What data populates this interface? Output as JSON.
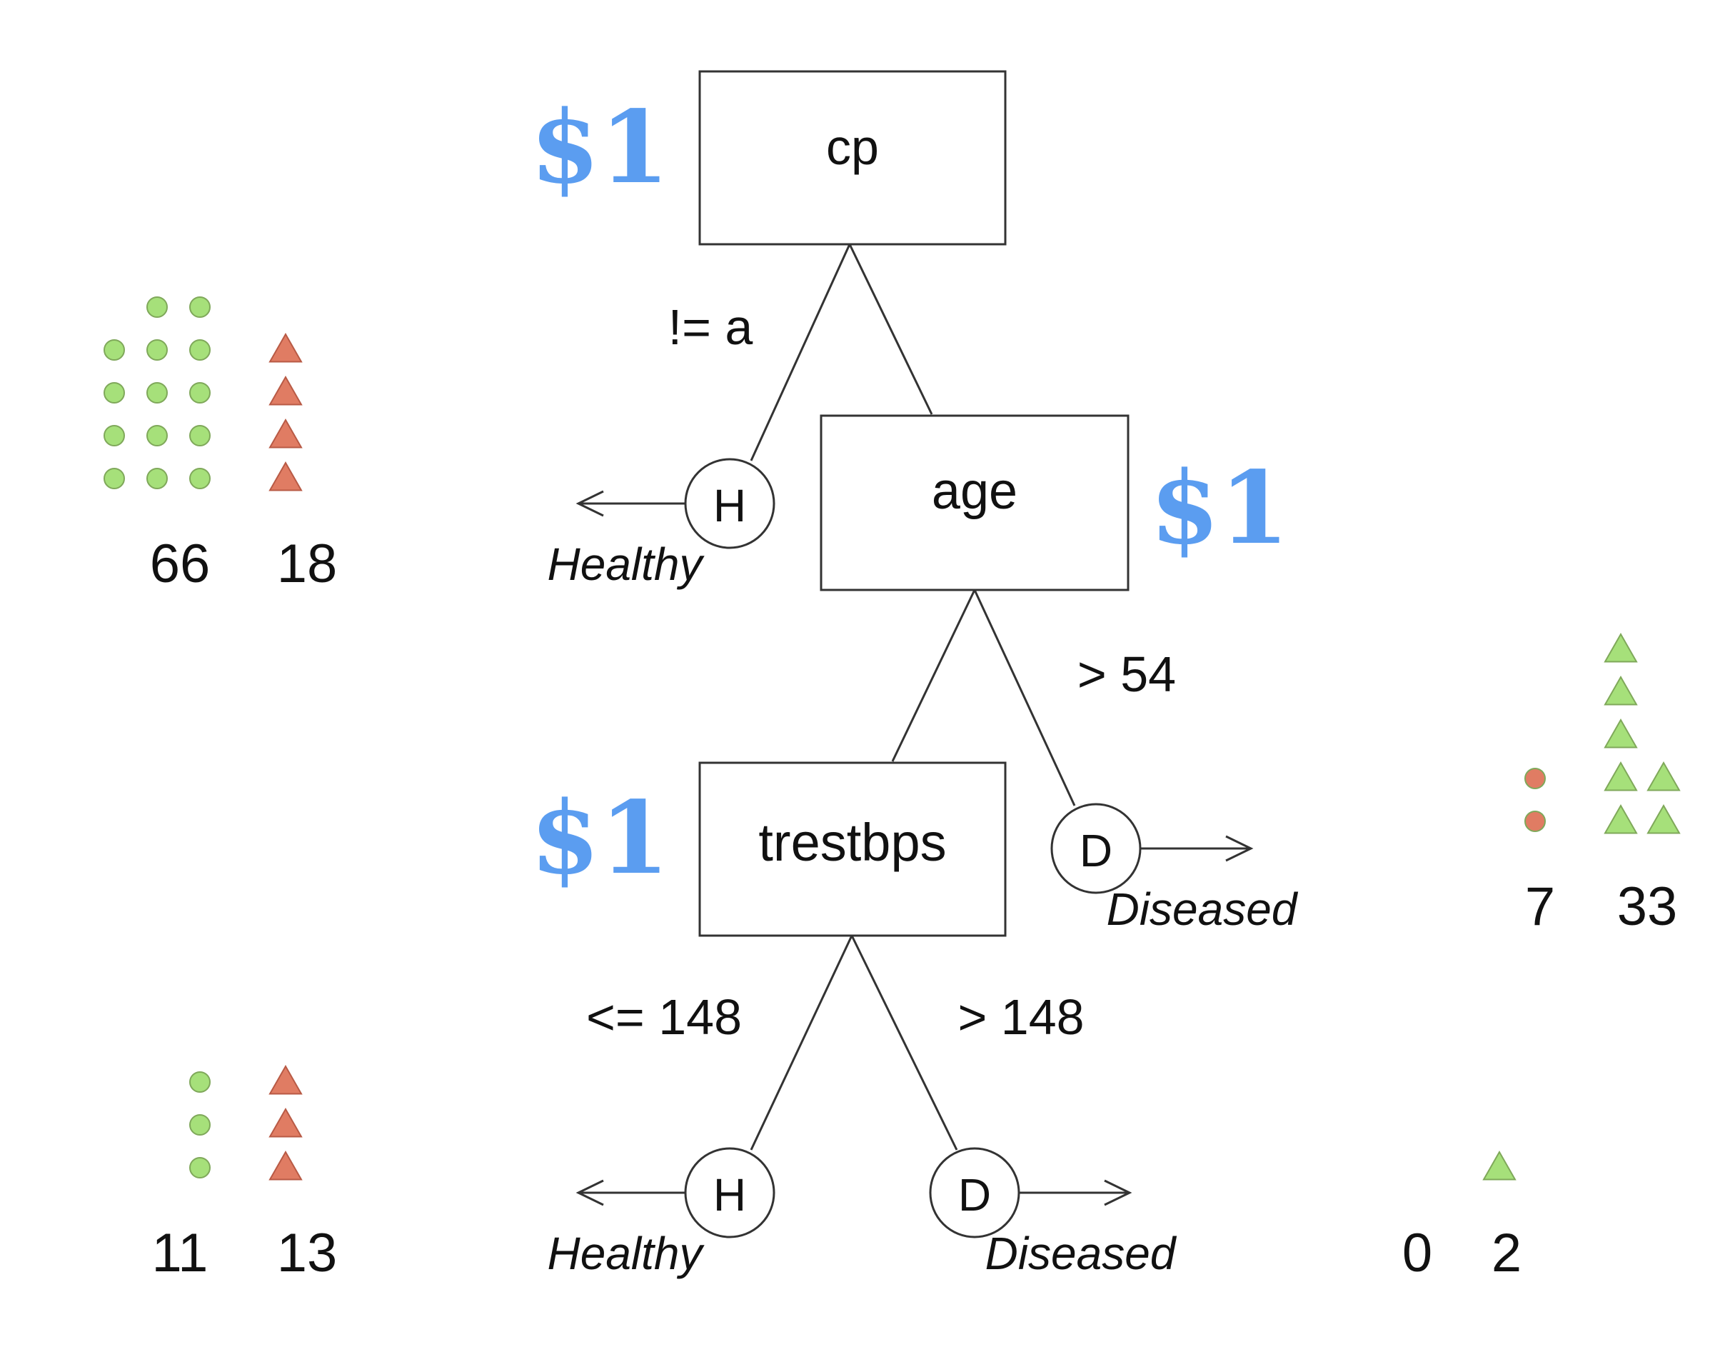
{
  "nodes": {
    "root": {
      "label": "cp",
      "cost": "$1"
    },
    "age": {
      "label": "age",
      "cost": "$1"
    },
    "trestbps": {
      "label": "trestbps",
      "cost": "$1"
    }
  },
  "edges": {
    "cp_left": "!= a",
    "age_right": "> 54",
    "trestbps_left": "<= 148",
    "trestbps_right": "> 148"
  },
  "leaves": {
    "leaf1": {
      "symbol": "H",
      "label": "Healthy"
    },
    "leaf2": {
      "symbol": "D",
      "label": "Diseased"
    },
    "leaf3": {
      "symbol": "H",
      "label": "Healthy"
    },
    "leaf4": {
      "symbol": "D",
      "label": "Diseased"
    }
  },
  "counts": {
    "leaf1": {
      "left": "66",
      "right": "18",
      "circles": 14,
      "triangles": 4,
      "circle_color": "#a6e07a",
      "triangle_color": "#e07c63"
    },
    "leaf2": {
      "left": "7",
      "right": "33",
      "circles": 2,
      "triangles": 7,
      "circle_color": "#e07c63",
      "triangle_color": "#a6e07a"
    },
    "leaf3": {
      "left": "11",
      "right": "13",
      "circles": 3,
      "triangles": 3,
      "circle_color": "#a6e07a",
      "triangle_color": "#e07c63"
    },
    "leaf4": {
      "left": "0",
      "right": "2",
      "circles": 0,
      "triangles": 1,
      "circle_color": "#a6e07a",
      "triangle_color": "#a6e07a"
    }
  },
  "colors": {
    "cost": "#5b9df0",
    "green": "#a6e07a",
    "red": "#e07c63",
    "line": "#333333"
  }
}
